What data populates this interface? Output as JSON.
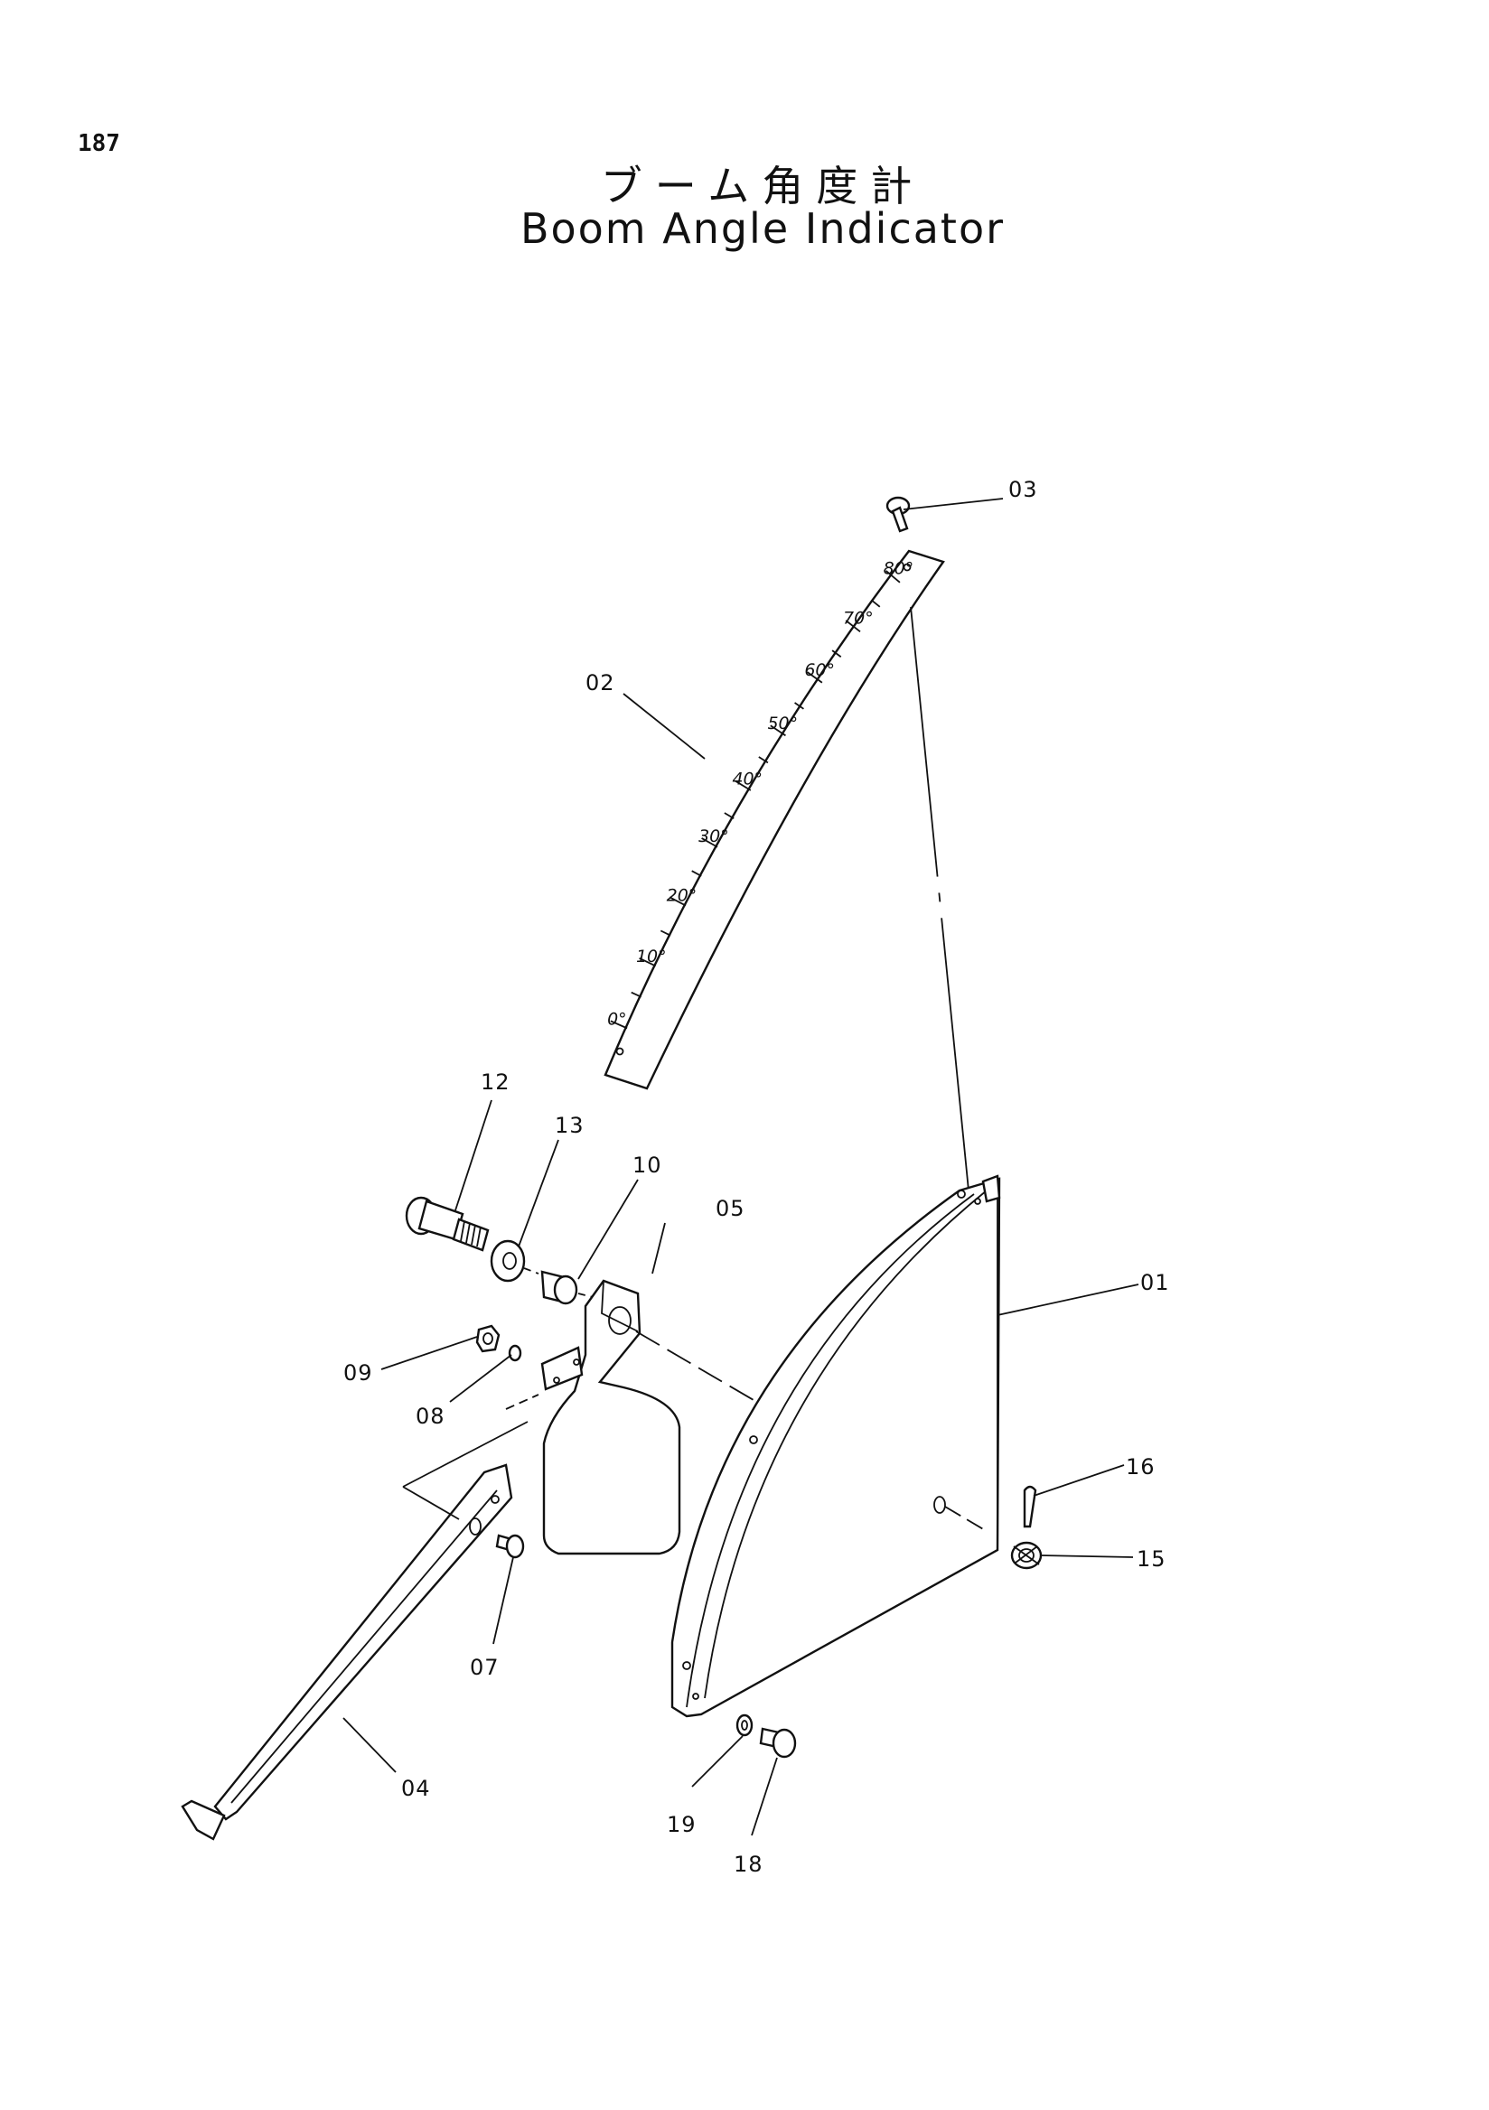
{
  "page_number": "187",
  "title_ja": "ブーム角度計",
  "title_en": "Boom Angle Indicator",
  "scale_labels": [
    "0°",
    "10°",
    "20°",
    "30°",
    "40°",
    "50°",
    "60°",
    "70°",
    "80°"
  ],
  "callouts": {
    "p01": "01",
    "p02": "02",
    "p03": "03",
    "p04": "04",
    "p05": "05",
    "p07": "07",
    "p08": "08",
    "p09": "09",
    "p10": "10",
    "p12": "12",
    "p13": "13",
    "p15": "15",
    "p16": "16",
    "p18": "18",
    "p19": "19"
  }
}
